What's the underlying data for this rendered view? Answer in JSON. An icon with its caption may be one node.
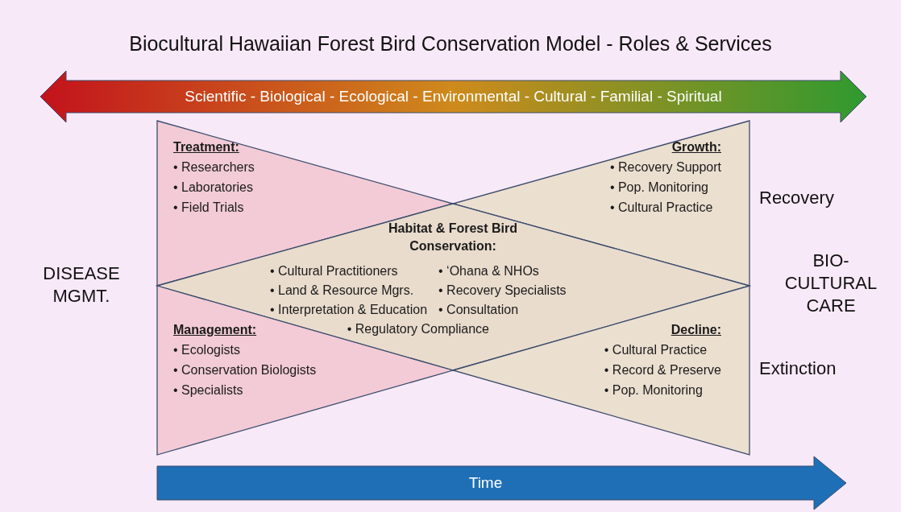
{
  "diagram": {
    "title": "Biocultural Hawaiian Forest Bird Conservation Model - Roles & Services",
    "nodes": [
      {
        "text": [
          "Scientific - Biological - Ecological - Environmental - Cultural - Familial - Spiritual"
        ]
      },
      {
        "text": [
          "Treatment:",
          "• Researchers",
          "• Laboratories",
          "• Field Trials"
        ]
      },
      {
        "text": [
          "Growth:",
          "• Recovery Support",
          "• Pop. Monitoring",
          "• Cultural Practice"
        ]
      },
      {
        "text": [
          "Habitat & Forest Bird Conservation:",
          "• Cultural Practitioners",
          "• ‘Ohana & NHOs",
          "• Land & Resource Mgrs.",
          "• Recovery Specialists",
          "• Interpretation & Education",
          "• Consultation",
          "• Regulatory Compliance"
        ]
      },
      {
        "text": [
          "Management:",
          "• Ecologists",
          "• Conservation Biologists",
          "• Specialists"
        ]
      },
      {
        "text": [
          "Decline:",
          "• Cultural Practice",
          "• Record & Preserve",
          "• Pop. Monitoring"
        ]
      },
      {
        "text": [
          "Time"
        ]
      }
    ],
    "labels": [
      "Recovery",
      "DISEASE MGMT.",
      "BIO- CULTURAL CARE",
      "Extinction"
    ]
  }
}
